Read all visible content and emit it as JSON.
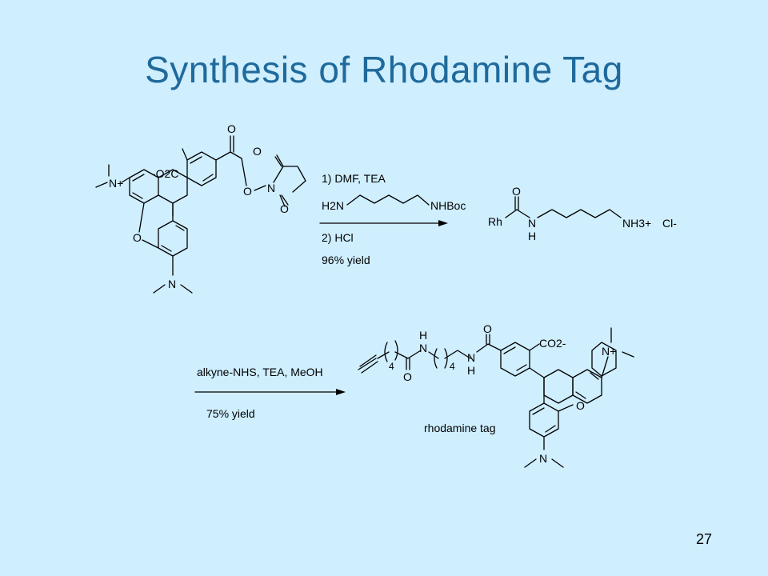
{
  "slide": {
    "title": "Synthesis of Rhodamine Tag",
    "page_number": "27"
  },
  "scheme": {
    "step1": {
      "reagent_1": "1) DMF, TEA",
      "amine_left": "H2N",
      "amine_right": "NHBoc",
      "reagent_2": "2) HCl",
      "yield": "96% yield"
    },
    "starting_material": {
      "dimethylammonium": "N+",
      "carboxylate": "-O2C",
      "oxygen_ring": "O",
      "amine_bottom": "N",
      "nhs_N": "N",
      "ester_O": "O",
      "carbonyl_O1": "O",
      "carbonyl_O2": "O",
      "carbonyl_O3": "O"
    },
    "intermediate": {
      "rh": "Rh",
      "carbonyl_O": "O",
      "amide_N": "N",
      "amide_H": "H",
      "ammonium": "NH3+",
      "chloride": "Cl-"
    },
    "step2": {
      "reagent": "alkyne-NHS, TEA, MeOH",
      "yield": "75% yield"
    },
    "product": {
      "label": "rhodamine tag",
      "amide_H1": "H",
      "amide_N1": "N",
      "subscript_4a": "4",
      "subscript_4b": "4",
      "carbonyl_O_a": "O",
      "amide_N2": "N",
      "amide_H2": "H",
      "carbonyl_O_b": "O",
      "carboxylate": "CO2-",
      "ammonium": "N+",
      "ring_O": "O",
      "amine_bottom": "N"
    }
  }
}
